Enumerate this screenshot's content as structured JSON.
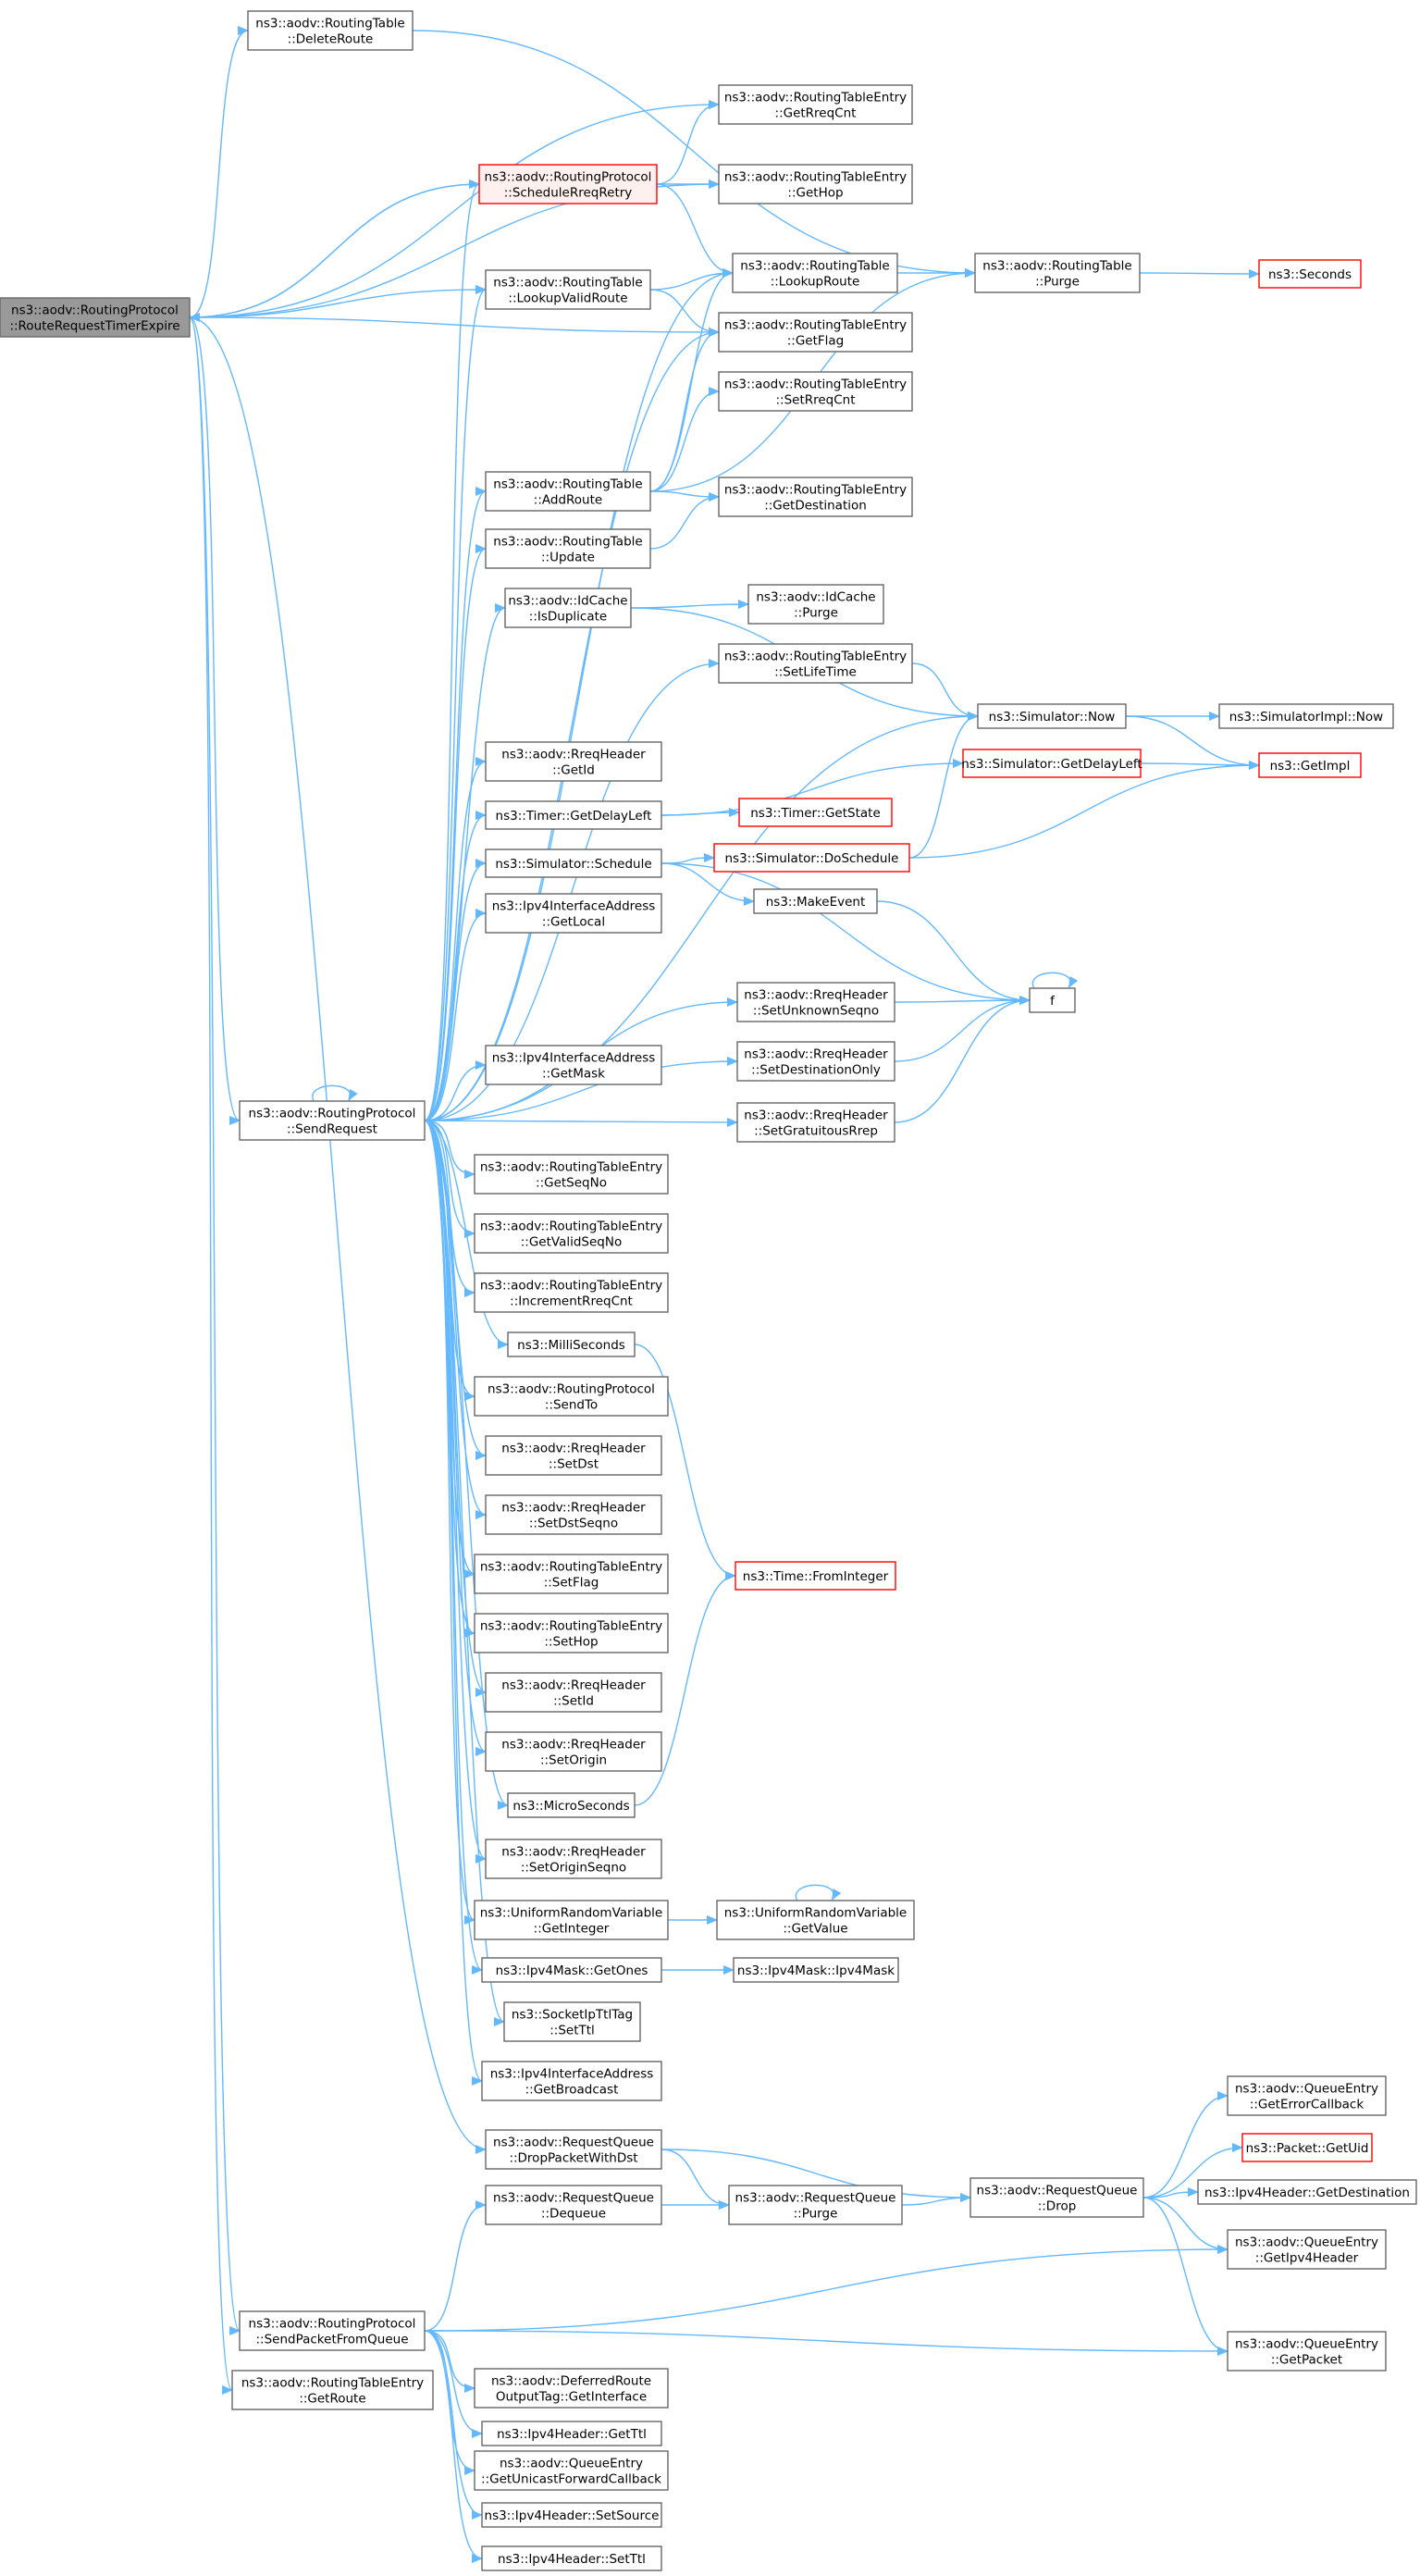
{
  "colors": {
    "edge": "#63b8ff",
    "node_border": "#666666",
    "root_fill": "#999999",
    "red_border": "#ff0000"
  },
  "nodes": [
    {
      "id": "root",
      "lines": [
        "ns3::aodv::RoutingProtocol",
        "::RouteRequestTimerExpire"
      ],
      "style": "root"
    },
    {
      "id": "deleteRoute",
      "lines": [
        "ns3::aodv::RoutingTable",
        "::DeleteRoute"
      ]
    },
    {
      "id": "getRreqCnt",
      "lines": [
        "ns3::aodv::RoutingTableEntry",
        "::GetRreqCnt"
      ]
    },
    {
      "id": "scheduleRreqRetry",
      "lines": [
        "ns3::aodv::RoutingProtocol",
        "::ScheduleRreqRetry"
      ],
      "style": "rq"
    },
    {
      "id": "getHop",
      "lines": [
        "ns3::aodv::RoutingTableEntry",
        "::GetHop"
      ]
    },
    {
      "id": "lookupValidRoute",
      "lines": [
        "ns3::aodv::RoutingTable",
        "::LookupValidRoute"
      ]
    },
    {
      "id": "lookupRoute",
      "lines": [
        "ns3::aodv::RoutingTable",
        "::LookupRoute"
      ]
    },
    {
      "id": "purgeRT",
      "lines": [
        "ns3::aodv::RoutingTable",
        "::Purge"
      ]
    },
    {
      "id": "seconds",
      "lines": [
        "ns3::Seconds"
      ],
      "style": "red"
    },
    {
      "id": "getFlag",
      "lines": [
        "ns3::aodv::RoutingTableEntry",
        "::GetFlag"
      ]
    },
    {
      "id": "setRreqCnt",
      "lines": [
        "ns3::aodv::RoutingTableEntry",
        "::SetRreqCnt"
      ]
    },
    {
      "id": "addRoute",
      "lines": [
        "ns3::aodv::RoutingTable",
        "::AddRoute"
      ]
    },
    {
      "id": "getDestination",
      "lines": [
        "ns3::aodv::RoutingTableEntry",
        "::GetDestination"
      ]
    },
    {
      "id": "update",
      "lines": [
        "ns3::aodv::RoutingTable",
        "::Update"
      ]
    },
    {
      "id": "isDuplicate",
      "lines": [
        "ns3::aodv::IdCache",
        "::IsDuplicate"
      ]
    },
    {
      "id": "idCachePurge",
      "lines": [
        "ns3::aodv::IdCache",
        "::Purge"
      ]
    },
    {
      "id": "setLifeTime",
      "lines": [
        "ns3::aodv::RoutingTableEntry",
        "::SetLifeTime"
      ]
    },
    {
      "id": "simNow",
      "lines": [
        "ns3::Simulator::Now"
      ]
    },
    {
      "id": "simImplNow",
      "lines": [
        "ns3::SimulatorImpl::Now"
      ]
    },
    {
      "id": "rreqGetId",
      "lines": [
        "ns3::aodv::RreqHeader",
        "::GetId"
      ]
    },
    {
      "id": "simGetDelayLeft",
      "lines": [
        "ns3::Simulator::GetDelayLeft"
      ],
      "style": "red"
    },
    {
      "id": "getImpl",
      "lines": [
        "ns3::GetImpl"
      ],
      "style": "red"
    },
    {
      "id": "timerGetDelayLeft",
      "lines": [
        "ns3::Timer::GetDelayLeft"
      ]
    },
    {
      "id": "timerGetState",
      "lines": [
        "ns3::Timer::GetState"
      ],
      "style": "red"
    },
    {
      "id": "simSchedule",
      "lines": [
        "ns3::Simulator::Schedule"
      ]
    },
    {
      "id": "simDoSchedule",
      "lines": [
        "ns3::Simulator::DoSchedule"
      ],
      "style": "red"
    },
    {
      "id": "makeEvent",
      "lines": [
        "ns3::MakeEvent"
      ]
    },
    {
      "id": "getLocal",
      "lines": [
        "ns3::Ipv4InterfaceAddress",
        "::GetLocal"
      ]
    },
    {
      "id": "setUnknownSeqno",
      "lines": [
        "ns3::aodv::RreqHeader",
        "::SetUnknownSeqno"
      ]
    },
    {
      "id": "f",
      "lines": [
        "f"
      ]
    },
    {
      "id": "setDestinationOnly",
      "lines": [
        "ns3::aodv::RreqHeader",
        "::SetDestinationOnly"
      ]
    },
    {
      "id": "getMask",
      "lines": [
        "ns3::Ipv4InterfaceAddress",
        "::GetMask"
      ]
    },
    {
      "id": "sendRequest",
      "lines": [
        "ns3::aodv::RoutingProtocol",
        "::SendRequest"
      ]
    },
    {
      "id": "setGratuitousRrep",
      "lines": [
        "ns3::aodv::RreqHeader",
        "::SetGratuitousRrep"
      ]
    },
    {
      "id": "getSeqNo",
      "lines": [
        "ns3::aodv::RoutingTableEntry",
        "::GetSeqNo"
      ]
    },
    {
      "id": "getValidSeqNo",
      "lines": [
        "ns3::aodv::RoutingTableEntry",
        "::GetValidSeqNo"
      ]
    },
    {
      "id": "incrementRreqCnt",
      "lines": [
        "ns3::aodv::RoutingTableEntry",
        "::IncrementRreqCnt"
      ]
    },
    {
      "id": "milliSeconds",
      "lines": [
        "ns3::MilliSeconds"
      ]
    },
    {
      "id": "sendTo",
      "lines": [
        "ns3::aodv::RoutingProtocol",
        "::SendTo"
      ]
    },
    {
      "id": "setDst",
      "lines": [
        "ns3::aodv::RreqHeader",
        "::SetDst"
      ]
    },
    {
      "id": "setDstSeqno",
      "lines": [
        "ns3::aodv::RreqHeader",
        "::SetDstSeqno"
      ]
    },
    {
      "id": "setFlag",
      "lines": [
        "ns3::aodv::RoutingTableEntry",
        "::SetFlag"
      ]
    },
    {
      "id": "fromInteger",
      "lines": [
        "ns3::Time::FromInteger"
      ],
      "style": "red"
    },
    {
      "id": "setHop",
      "lines": [
        "ns3::aodv::RoutingTableEntry",
        "::SetHop"
      ]
    },
    {
      "id": "setId",
      "lines": [
        "ns3::aodv::RreqHeader",
        "::SetId"
      ]
    },
    {
      "id": "setOrigin",
      "lines": [
        "ns3::aodv::RreqHeader",
        "::SetOrigin"
      ]
    },
    {
      "id": "microSeconds",
      "lines": [
        "ns3::MicroSeconds"
      ]
    },
    {
      "id": "setOriginSeqno",
      "lines": [
        "ns3::aodv::RreqHeader",
        "::SetOriginSeqno"
      ]
    },
    {
      "id": "getInteger",
      "lines": [
        "ns3::UniformRandomVariable",
        "::GetInteger"
      ]
    },
    {
      "id": "getValue",
      "lines": [
        "ns3::UniformRandomVariable",
        "::GetValue"
      ]
    },
    {
      "id": "getOnes",
      "lines": [
        "ns3::Ipv4Mask::GetOnes"
      ]
    },
    {
      "id": "ipv4Mask",
      "lines": [
        "ns3::Ipv4Mask::Ipv4Mask"
      ]
    },
    {
      "id": "setTtlTag",
      "lines": [
        "ns3::SocketIpTtlTag",
        "::SetTtl"
      ]
    },
    {
      "id": "getBroadcast",
      "lines": [
        "ns3::Ipv4InterfaceAddress",
        "::GetBroadcast"
      ]
    },
    {
      "id": "getErrorCallback",
      "lines": [
        "ns3::aodv::QueueEntry",
        "::GetErrorCallback"
      ]
    },
    {
      "id": "dropPacketWithDst",
      "lines": [
        "ns3::aodv::RequestQueue",
        "::DropPacketWithDst"
      ]
    },
    {
      "id": "getUid",
      "lines": [
        "ns3::Packet::GetUid"
      ],
      "style": "red"
    },
    {
      "id": "rqDrop",
      "lines": [
        "ns3::aodv::RequestQueue",
        "::Drop"
      ]
    },
    {
      "id": "ipv4GetDestination",
      "lines": [
        "ns3::Ipv4Header::GetDestination"
      ]
    },
    {
      "id": "dequeue",
      "lines": [
        "ns3::aodv::RequestQueue",
        "::Dequeue"
      ]
    },
    {
      "id": "rqPurge",
      "lines": [
        "ns3::aodv::RequestQueue",
        "::Purge"
      ]
    },
    {
      "id": "getIpv4Header",
      "lines": [
        "ns3::aodv::QueueEntry",
        "::GetIpv4Header"
      ]
    },
    {
      "id": "sendPacketFromQueue",
      "lines": [
        "ns3::aodv::RoutingProtocol",
        "::SendPacketFromQueue"
      ]
    },
    {
      "id": "getPacket",
      "lines": [
        "ns3::aodv::QueueEntry",
        "::GetPacket"
      ]
    },
    {
      "id": "getRoute",
      "lines": [
        "ns3::aodv::RoutingTableEntry",
        "::GetRoute"
      ]
    },
    {
      "id": "deferredGetInterface",
      "lines": [
        "ns3::aodv::DeferredRoute",
        "OutputTag::GetInterface"
      ]
    },
    {
      "id": "ipv4GetTtl",
      "lines": [
        "ns3::Ipv4Header::GetTtl"
      ]
    },
    {
      "id": "getUnicastForwardCallback",
      "lines": [
        "ns3::aodv::QueueEntry",
        "::GetUnicastForwardCallback"
      ]
    },
    {
      "id": "setSource",
      "lines": [
        "ns3::Ipv4Header::SetSource"
      ]
    },
    {
      "id": "ipv4SetTtl",
      "lines": [
        "ns3::Ipv4Header::SetTtl"
      ]
    }
  ]
}
